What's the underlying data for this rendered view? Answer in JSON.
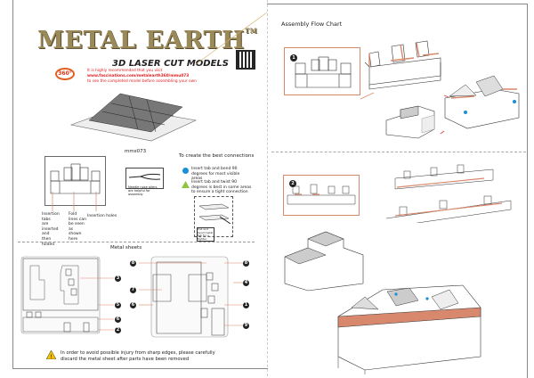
{
  "brand": {
    "logo_text": "METAL EARTH",
    "tm": "TM",
    "tagline": "3D LASER CUT MODELS",
    "badge": "360°"
  },
  "promo": {
    "line1": "It is highly recommended that you visit",
    "url": "www.fascinations.com/metalearth360/mmu073",
    "line3": "to see the completed model before assembling your own"
  },
  "model_code": "mms073",
  "diagram": {
    "labels": [
      "Insertion tabs are inserted and then folded",
      "Fold lines can be seen as shown here",
      "Insertion holes"
    ]
  },
  "tool": {
    "caption": "Needle nose pliers are helpful for assembly"
  },
  "connections": {
    "title": "To create the best connections",
    "items": [
      {
        "icon": "blue-circle",
        "text": "Insert tab and bend 90 degrees for most visible areas"
      },
      {
        "icon": "green-triangle",
        "text": "Insert tab and twist 90 degrees is best in some areas to ensure a tight connection"
      }
    ],
    "twist_caption": "Pull and bend metal tab for a tighter"
  },
  "metal_sheets": {
    "title": "Metal sheets",
    "left_callouts": [
      "3",
      "5",
      "6",
      "2"
    ],
    "right_callouts_left": [
      "8",
      "7",
      "6"
    ],
    "right_callouts_right": [
      "8",
      "4",
      "1",
      "9"
    ]
  },
  "warning": "In order to avoid possible injury from sharp edges, please carefully discard the metal sheet after parts have been removed",
  "flow": {
    "title": "Assembly Flow Chart",
    "steps": [
      "1",
      "2"
    ]
  },
  "colors": {
    "accent": "#d8886c",
    "blue": "#1a8fd8",
    "green": "#8cc63f",
    "red": "#e02020"
  }
}
